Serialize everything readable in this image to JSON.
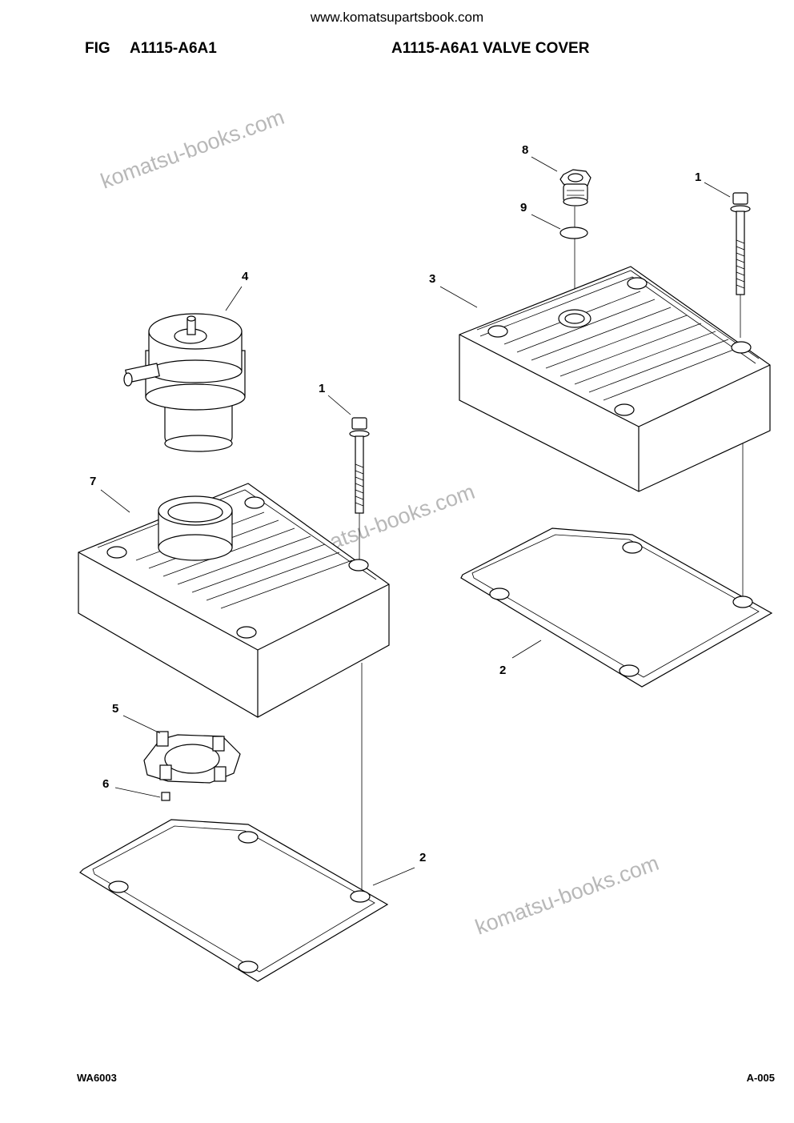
{
  "header": {
    "site_url": "www.komatsupartsbook.com",
    "fig_label": "FIG",
    "fig_code": "A1115-A6A1",
    "fig_title": "A1115-A6A1 VALVE COVER"
  },
  "footer": {
    "left_code": "WA6003",
    "page_number": "A-005"
  },
  "watermarks": [
    "komatsu-books.com",
    "komatsu-books.com",
    "komatsu-books.com"
  ],
  "callouts": [
    "8",
    "1",
    "9",
    "3",
    "4",
    "1",
    "7",
    "2",
    "5",
    "6",
    "2"
  ],
  "parts": [
    {
      "callout": "1",
      "part": "bolt"
    },
    {
      "callout": "2",
      "part": "gasket"
    },
    {
      "callout": "3",
      "part": "valve cover"
    },
    {
      "callout": "4",
      "part": "breather"
    },
    {
      "callout": "5",
      "part": "bracket"
    },
    {
      "callout": "6",
      "part": "screw"
    },
    {
      "callout": "7",
      "part": "valve cover"
    },
    {
      "callout": "8",
      "part": "plug"
    },
    {
      "callout": "9",
      "part": "o-ring"
    }
  ]
}
